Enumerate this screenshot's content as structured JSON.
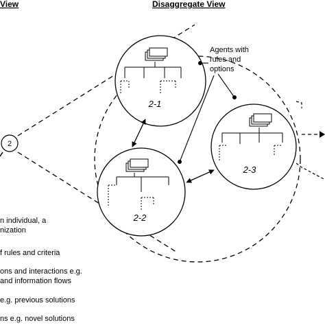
{
  "headings": {
    "left": "View",
    "right": "Disaggregate View"
  },
  "node_label": "2",
  "agents": [
    {
      "label": "2-1"
    },
    {
      "label": "2-2"
    },
    {
      "label": "2-3"
    }
  ],
  "annotation": {
    "line1": "Agents with",
    "line2": "rules and",
    "line3": "options"
  },
  "legend": [
    "n individual, a",
    "nization",
    "f rules and criteria",
    "ons and interactions e.g.",
    "and information flows",
    "e.g. previous solutions",
    "ns e.g. novel solutions"
  ]
}
